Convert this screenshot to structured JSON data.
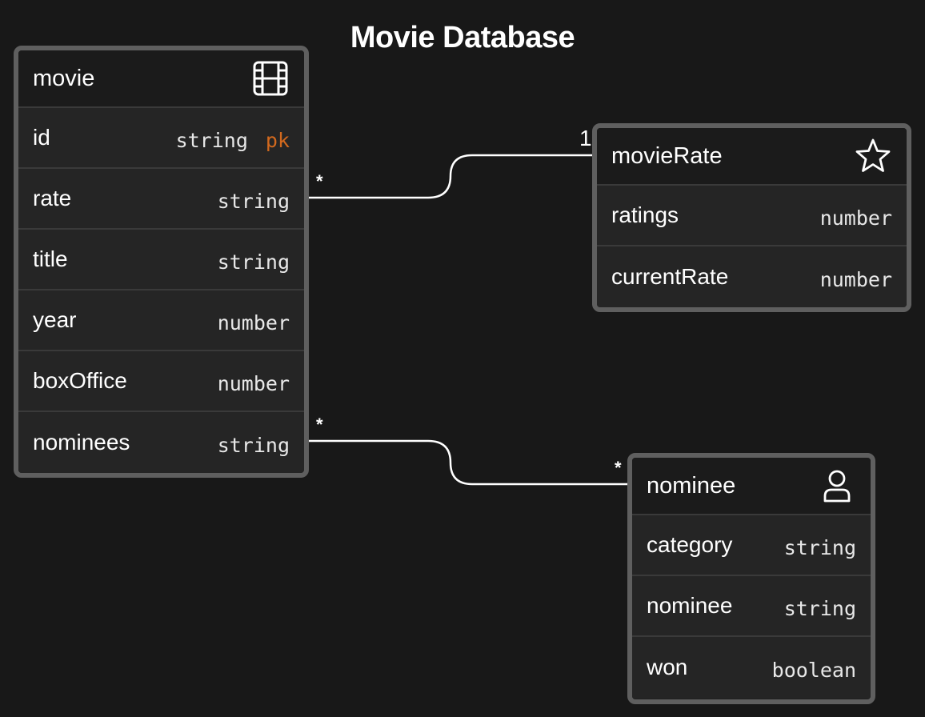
{
  "title": "Movie Database",
  "entities": {
    "movie": {
      "name": "movie",
      "icon": "film-icon",
      "fields": [
        {
          "name": "id",
          "type": "string",
          "key": "pk"
        },
        {
          "name": "rate",
          "type": "string"
        },
        {
          "name": "title",
          "type": "string"
        },
        {
          "name": "year",
          "type": "number"
        },
        {
          "name": "boxOffice",
          "type": "number"
        },
        {
          "name": "nominees",
          "type": "string"
        }
      ]
    },
    "movieRate": {
      "name": "movieRate",
      "icon": "star-icon",
      "fields": [
        {
          "name": "ratings",
          "type": "number"
        },
        {
          "name": "currentRate",
          "type": "number"
        }
      ]
    },
    "nominee": {
      "name": "nominee",
      "icon": "person-icon",
      "fields": [
        {
          "name": "category",
          "type": "string"
        },
        {
          "name": "nominee",
          "type": "string"
        },
        {
          "name": "won",
          "type": "boolean"
        }
      ]
    }
  },
  "relationships": [
    {
      "from": "movie.rate",
      "to": "movieRate",
      "from_cardinality": "*",
      "to_cardinality": "1"
    },
    {
      "from": "movie.nominees",
      "to": "nominee",
      "from_cardinality": "*",
      "to_cardinality": "*"
    }
  ],
  "colors": {
    "background": "#181818",
    "entity_border": "#5f5f5f",
    "row_background": "#252525",
    "header_background": "#1b1b1b",
    "primary_key": "#d2691e",
    "text": "#ffffff"
  }
}
